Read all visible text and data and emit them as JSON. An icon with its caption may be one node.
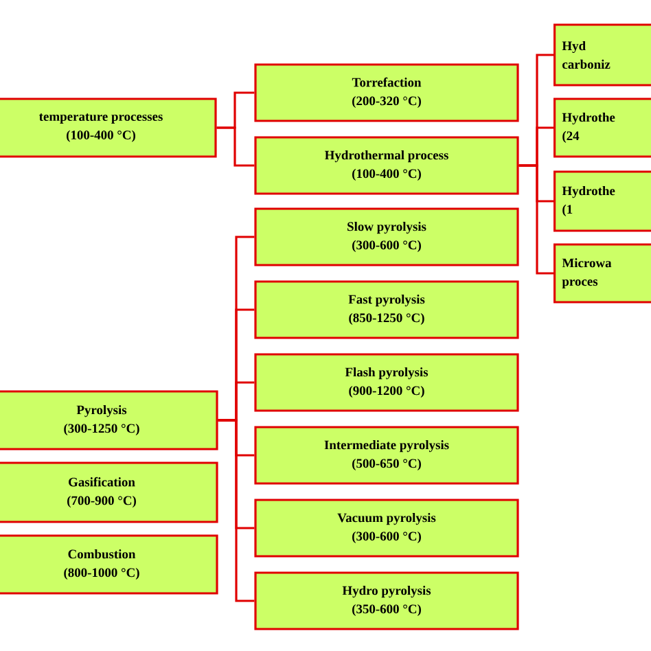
{
  "diagram": {
    "nodes": [
      {
        "text": [
          "temperature processes",
          "(100-400 °C)"
        ]
      },
      {
        "text": [
          "Torrefaction",
          "(200-320 °C)"
        ]
      },
      {
        "text": [
          "Hydrothermal process",
          "(100-400 °C)"
        ]
      },
      {
        "text": [
          "Hyd",
          "carboniz"
        ]
      },
      {
        "text": [
          "Hydrothe",
          "(24"
        ]
      },
      {
        "text": [
          "Hydrothe",
          "(1"
        ]
      },
      {
        "text": [
          "Microwa",
          "proces"
        ]
      },
      {
        "text": [
          "Pyrolysis",
          "(300-1250 °C)"
        ]
      },
      {
        "text": [
          "Gasification",
          "(700-900 °C)"
        ]
      },
      {
        "text": [
          "Combustion",
          "(800-1000 °C)"
        ]
      },
      {
        "text": [
          "Slow pyrolysis",
          "(300-600 °C)"
        ]
      },
      {
        "text": [
          "Fast pyrolysis",
          "(850-1250 °C)"
        ]
      },
      {
        "text": [
          "Flash pyrolysis",
          "(900-1200 °C)"
        ]
      },
      {
        "text": [
          "Intermediate pyrolysis",
          "(500-650 °C)"
        ]
      },
      {
        "text": [
          "Vacuum pyrolysis",
          "(300-600 °C)"
        ]
      },
      {
        "text": [
          "Hydro pyrolysis",
          "(350-600 °C)"
        ]
      }
    ],
    "edges": [
      {
        "from": 0,
        "to": 1,
        "arrow": "none"
      },
      {
        "from": 0,
        "to": 2,
        "arrow": "none"
      },
      {
        "from": 2,
        "to": 3,
        "arrow": "none"
      },
      {
        "from": 2,
        "to": 4,
        "arrow": "none"
      },
      {
        "from": 2,
        "to": 5,
        "arrow": "none"
      },
      {
        "from": 2,
        "to": 6,
        "arrow": "none"
      },
      {
        "from": 7,
        "to": 10,
        "arrow": "none"
      },
      {
        "from": 7,
        "to": 11,
        "arrow": "none"
      },
      {
        "from": 7,
        "to": 12,
        "arrow": "none"
      },
      {
        "from": 7,
        "to": 13,
        "arrow": "none"
      },
      {
        "from": 7,
        "to": 14,
        "arrow": "none"
      },
      {
        "from": 7,
        "to": 15,
        "arrow": "none"
      }
    ]
  }
}
